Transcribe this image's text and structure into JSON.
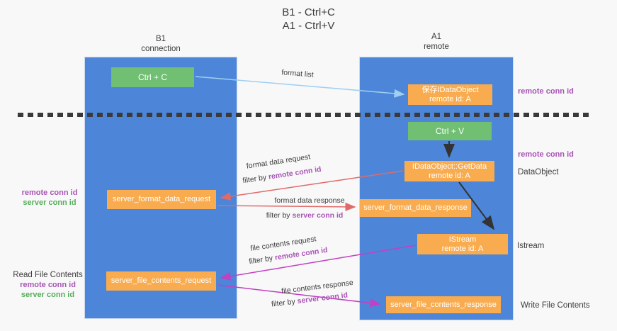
{
  "title": {
    "line1": "B1 - Ctrl+C",
    "line2": "A1 - Ctrl+V"
  },
  "columns": {
    "left": {
      "header_line1": "B1",
      "header_line2": "connection"
    },
    "right": {
      "header_line1": "A1",
      "header_line2": "remote"
    }
  },
  "nodes": {
    "ctrl_c": "Ctrl + C",
    "ctrl_v": "Ctrl + V",
    "save_dataobject": {
      "line1": "保存IDataObject",
      "line2": "remote id: A"
    },
    "getdata": {
      "line1": "IDataObject::GetData",
      "line2": "remote id: A"
    },
    "istream": {
      "line1": "IStream",
      "line2": "remote id: A"
    },
    "server_format_data_request": "server_format_data_request",
    "server_format_data_response": "server_format_data_response",
    "server_file_contents_request": "server_file_contents_request",
    "server_file_contents_response": "server_file_contents_response"
  },
  "arrow_labels": {
    "format_list": "format list",
    "format_data_request": "format data request",
    "format_data_response": "format data response",
    "file_contents_request": "file contents request",
    "file_contents_response": "file contents response",
    "filter_by": "filter by",
    "remote_conn_id": "remote conn id",
    "server_conn_id": "server conn id"
  },
  "side_labels": {
    "right_top_remote_conn_id": "remote conn id",
    "right_mid_remote_conn_id": "remote conn id",
    "dataobject": "DataObject",
    "istream": "Istream",
    "write_file_contents": "Write File Contents",
    "left_mid_remote_conn_id": "remote conn id",
    "left_mid_server_conn_id": "server conn id",
    "read_file_contents": "Read File Contents",
    "left_bottom_remote_conn_id": "remote conn id",
    "left_bottom_server_conn_id": "server conn id"
  },
  "colors": {
    "blue": "#4d86d8",
    "green": "#70bf73",
    "orange": "#f9ac4f",
    "lightblue": "#9fcff2",
    "salmon": "#e06a6a",
    "magenta": "#c33fc3",
    "purple": "#a855b5",
    "greentext": "#57ad5c"
  }
}
